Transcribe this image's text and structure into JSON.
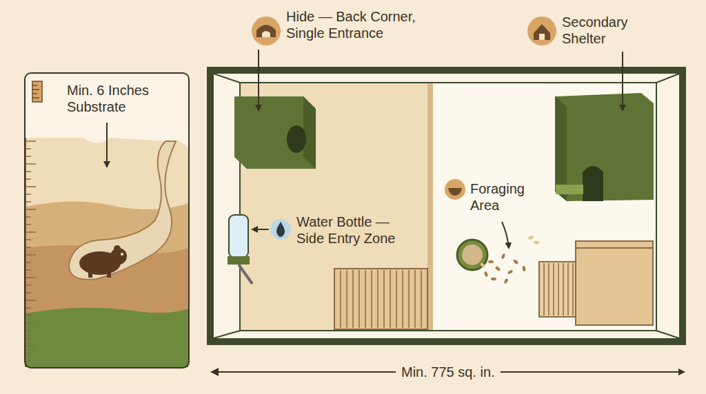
{
  "diagram": {
    "nodes": [
      {
        "text": [
          "Min. 6 Inches Substrate"
        ]
      }
    ],
    "labels": [
      "Hide — Back Corner, Single Entrance",
      "Secondary Shelter",
      "Water Bottle — Side Entry Zone",
      "Foraging Area",
      "Min. 775 sq. in."
    ]
  }
}
